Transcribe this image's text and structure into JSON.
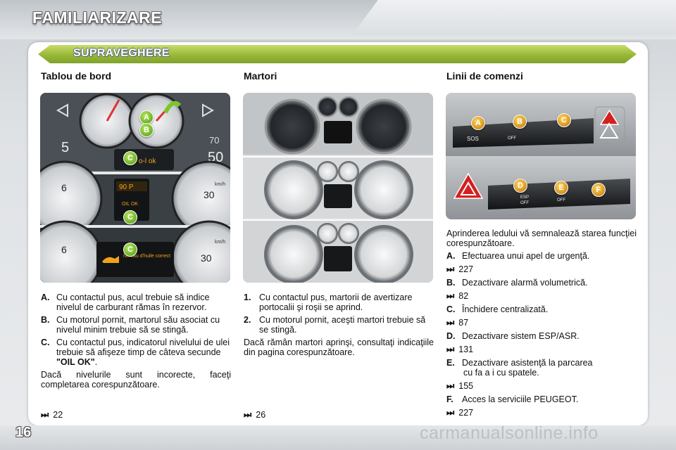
{
  "header": {
    "title": "FAMILIARIZARE",
    "section": "SUPRAVEGHERE"
  },
  "columns": {
    "tablou": {
      "title": "Tablou de bord",
      "items": [
        {
          "label": "A.",
          "text": "Cu contactul pus, acul trebuie să indice nivelul de carburant rămas în rezervor."
        },
        {
          "label": "B.",
          "text": "Cu motorul pornit, martorul său asociat cu nivelul minim trebuie să se stingă."
        },
        {
          "label": "C.",
          "text": "Cu contactul pus, indicatorul nivelului de ulei trebuie să afişeze timp de câteva secunde ",
          "bold": "\"OIL OK\"",
          "end": "."
        }
      ],
      "paragraph": "Dacă nivelurile sunt incorecte, faceţi completarea corespunzătoare.",
      "ref": "22",
      "image_labels": {
        "a": "A",
        "b": "B",
        "c": "C",
        "display1": "OIL OK",
        "display2": "Niveau d'huile correct",
        "kmh": "km/h"
      }
    },
    "martori": {
      "title": "Martori",
      "items": [
        {
          "label": "1.",
          "text": "Cu contactul pus, martorii de avertizare portocalii şi roşii se aprind."
        },
        {
          "label": "2.",
          "text": "Cu motorul pornit, aceşti martori trebuie să se stingă."
        }
      ],
      "paragraph": "Dacă rămân martori aprinşi, consultaţi indicaţiile din pagina corespunzătoare.",
      "ref": "26"
    },
    "linii": {
      "title": "Linii de comenzi",
      "intro": "Aprinderea ledului vă semnalează starea funcţiei corespunzătoare.",
      "items": [
        {
          "label": "A.",
          "text": "Efectuarea unui apel de urgenţă.",
          "ref": "227"
        },
        {
          "label": "B.",
          "text": "Dezactivare alarmă volumetrică.",
          "ref": "82"
        },
        {
          "label": "C.",
          "text": "Închidere centralizată.",
          "ref": "87"
        },
        {
          "label": "D.",
          "text": "Dezactivare sistem ESP/ASR.",
          "ref": "131"
        },
        {
          "label": "E.",
          "text": "Dezactivare asistenţă la parcarea",
          "text2": "cu fa a  i cu spatele.",
          "ref": "155"
        },
        {
          "label": "F.",
          "text": "Acces la serviciile PEUGEOT.",
          "ref": "227"
        }
      ],
      "image_labels": {
        "a": "A",
        "b": "B",
        "c": "C",
        "d": "D",
        "e": "E",
        "f": "F",
        "sos": "SOS",
        "off": "OFF",
        "esp": "ESP"
      }
    }
  },
  "arrow_glyph": "⏭",
  "page_number": "16",
  "watermark": "carmanualsonline.info",
  "colors": {
    "section_green": "#98b838",
    "badge_green": "#5fae1a",
    "badge_gold": "#d68a10",
    "hazard_red": "#d42020"
  }
}
